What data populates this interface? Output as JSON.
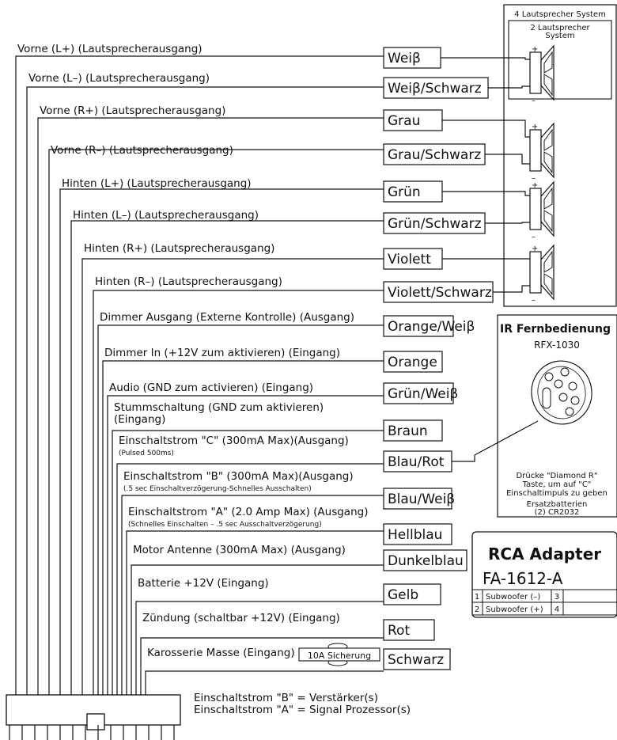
{
  "wires": [
    {
      "label": "Vorne (L+)  (Lautsprecherausgang)",
      "color": "Weiβ"
    },
    {
      "label": "Vorne (L–)  (Lautsprecherausgang)",
      "color": "Weiβ/Schwarz"
    },
    {
      "label": "Vorne (R+)  (Lautsprecherausgang)",
      "color": "Grau"
    },
    {
      "label": "Vorne (R–)  (Lautsprecherausgang)",
      "color": "Grau/Schwarz"
    },
    {
      "label": "Hinten (L+)  (Lautsprecherausgang)",
      "color": "Grün"
    },
    {
      "label": "Hinten (L–)  (Lautsprecherausgang)",
      "color": "Grün/Schwarz"
    },
    {
      "label": "Hinten (R+)  (Lautsprecherausgang)",
      "color": "Violett"
    },
    {
      "label": "Hinten (R–)  (Lautsprecherausgang)",
      "color": "Violett/Schwarz"
    },
    {
      "label": "Dimmer Ausgang (Externe Kontrolle)  (Ausgang)",
      "color": "Orange/Weiβ"
    },
    {
      "label": "Dimmer In (+12V zum aktivieren)  (Eingang)",
      "color": "Orange"
    },
    {
      "label": "Audio (GND zum activieren)  (Eingang)",
      "color": "Grün/Weiβ"
    },
    {
      "label": "Stummschaltung (GND zum aktivieren)",
      "label2": "(Eingang)",
      "color": "Braun"
    },
    {
      "label": "Einschaltstrom \"C\" (300mA Max)(Ausgang)",
      "note": "(Pulsed 500ms)",
      "color": "Blau/Rot"
    },
    {
      "label": "Einschaltstrom \"B\" (300mA Max)(Ausgang)",
      "note": "(.5 sec Einschaltverzögerung-Schnelles Ausschalten)",
      "color": "Blau/Weiβ"
    },
    {
      "label": "Einschaltstrom \"A\" (2.0 Amp Max) (Ausgang)",
      "note": "(Schnelles Einschalten – .5 sec Ausschaltverzögerung)",
      "color": "Hellblau"
    },
    {
      "label": "Motor Antenne (300mA Max)  (Ausgang)",
      "color": "Dunkelblau"
    },
    {
      "label": "Batterie +12V (Eingang)",
      "color": "Gelb"
    },
    {
      "label": "Zündung (schaltbar +12V) (Eingang)",
      "color": "Rot"
    },
    {
      "label": "Karosserie Masse  (Eingang)",
      "color": "Schwarz"
    }
  ],
  "fuse_label": "10A Sicherung",
  "speaker_panel": {
    "title4": "4 Lautsprecher System",
    "title2_line1": "2 Lautsprecher",
    "title2_line2": "System",
    "plus": "+",
    "minus": "–"
  },
  "remote_panel": {
    "title": "IR Fernbedienung",
    "model": "RFX-1030",
    "desc_line1": "Drücke \"Diamond R\"",
    "desc_line2": "Taste, um auf \"C\"",
    "desc_line3": "Einschaltimpuls zu geben",
    "battery_line1": "Ersatzbatterien",
    "battery_line2": "(2) CR2032"
  },
  "rca_panel": {
    "title": "RCA Adapter",
    "model": "FA-1612-A",
    "rows": [
      {
        "num": "1",
        "label": "Subwoofer (–)",
        "num2": "3"
      },
      {
        "num": "2",
        "label": "Subwoofer (+)",
        "num2": "4"
      }
    ]
  },
  "legend": {
    "line1": "Einschaltstrom \"B\" = Verstärker(s)",
    "line2": "Einschaltstrom \"A\" = Signal Prozessor(s)"
  }
}
